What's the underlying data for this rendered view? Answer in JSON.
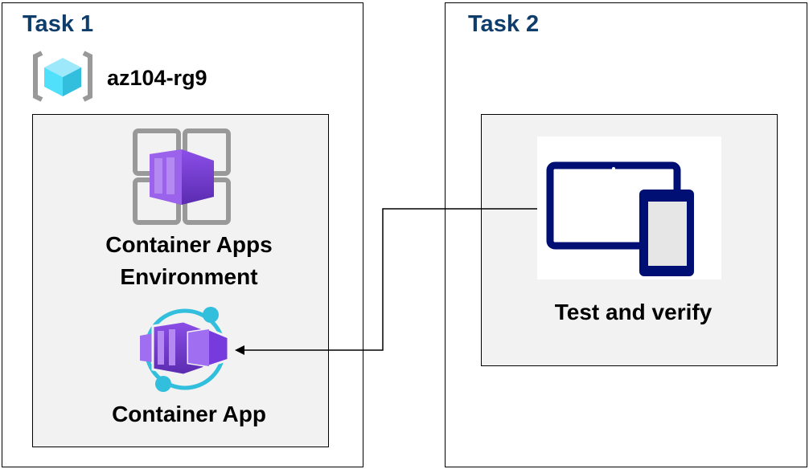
{
  "task1": {
    "title": "Task 1",
    "resource_group": {
      "name": "az104-rg9",
      "icon": "resource-group-icon"
    },
    "environment": {
      "label_line1": "Container Apps",
      "label_line2": "Environment",
      "icon": "container-apps-environment-icon"
    },
    "app": {
      "label": "Container App",
      "icon": "container-app-icon"
    }
  },
  "task2": {
    "title": "Task 2",
    "test": {
      "label": "Test and verify",
      "icon": "devices-icon"
    }
  },
  "colors": {
    "title": "#0f3d6b",
    "panel": "#f2f2f2",
    "purple": "#773adc",
    "cyan": "#32bedd",
    "device": "#000f73"
  }
}
